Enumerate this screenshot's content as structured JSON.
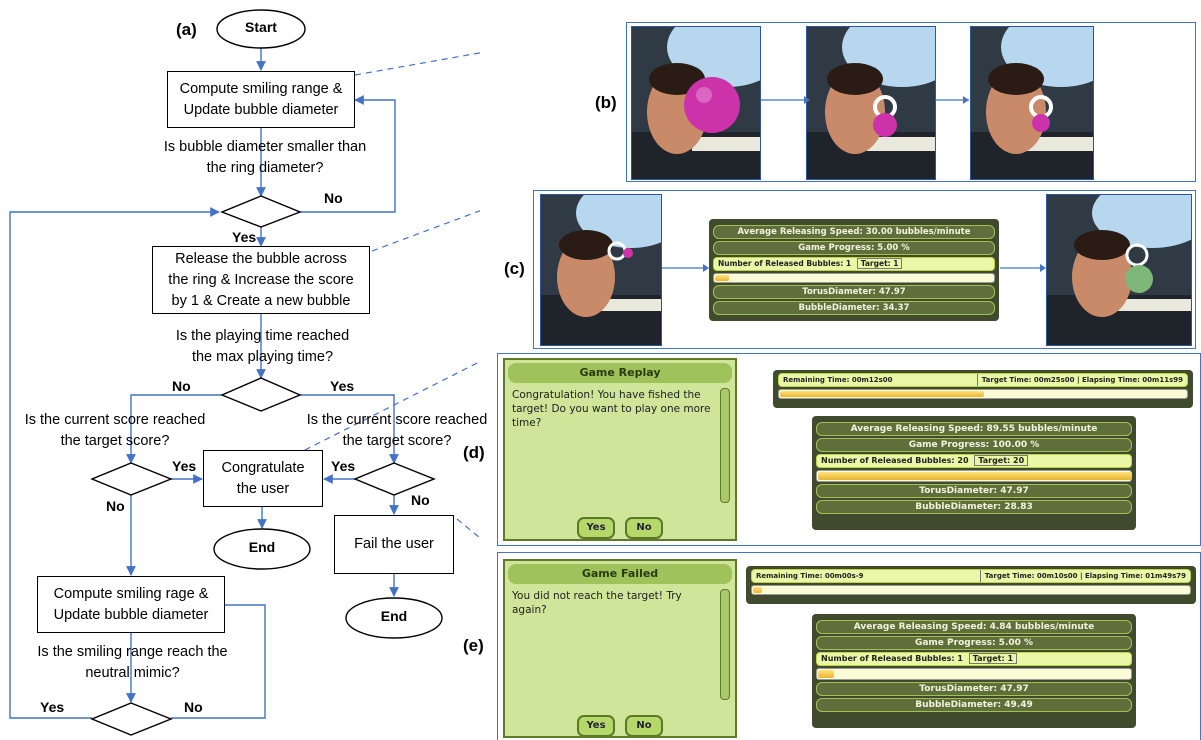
{
  "labels": {
    "a": "(a)",
    "b": "(b)",
    "c": "(c)",
    "d": "(d)",
    "e": "(e)"
  },
  "flowchart": {
    "start": "Start",
    "compute1": [
      "Compute smiling range &",
      "Update bubble diameter"
    ],
    "q_bubble": [
      "Is bubble diameter smaller than",
      "the ring diameter?"
    ],
    "no": "No",
    "yes": "Yes",
    "release": [
      "Release the bubble across",
      "the ring & Increase the score",
      "by 1 & Create a new bubble"
    ],
    "q_time": [
      "Is the playing time reached",
      "the max playing time?"
    ],
    "q_score_left": [
      "Is the current score reached",
      "the target score?"
    ],
    "q_score_right": [
      "Is the current score reached",
      "the target score?"
    ],
    "congratulate": [
      "Congratulate",
      "the user"
    ],
    "fail": "Fail the user",
    "end": "End",
    "compute2": [
      "Compute smiling rage &",
      "Update bubble diameter"
    ],
    "q_neutral": [
      "Is the smiling range reach the",
      "neutral mimic?"
    ]
  },
  "hud_c": {
    "speed": "Average Releasing Speed: 30.00 bubbles/minute",
    "progress": "Game Progress: 5.00 %",
    "released": "Number of Released Bubbles: 1",
    "target": "Target: 1",
    "progress_fraction": 0.05,
    "torus": "TorusDiameter: 47.97",
    "bubble": "BubbleDiameter: 34.37"
  },
  "replay": {
    "title": "Game Replay",
    "message": "Congratulation! You have fished the target! Do you want to play one more time?",
    "yes": "Yes",
    "no": "No",
    "remaining": "Remaining Time: 00m12s00",
    "target_elapsed": "Target Time: 00m25s00 | Elapsing Time: 00m11s99",
    "time_fraction": 0.5,
    "speed": "Average Releasing Speed: 89.55 bubbles/minute",
    "progress": "Game Progress: 100.00 %",
    "released": "Number of Released Bubbles: 20",
    "target": "Target: 20",
    "progress_fraction": 1.0,
    "torus": "TorusDiameter: 47.97",
    "bubble": "BubbleDiameter: 28.83"
  },
  "failed": {
    "title": "Game Failed",
    "message": "You did not reach the target! Try again?",
    "yes": "Yes",
    "no": "No",
    "remaining": "Remaining Time: 00m00s-9",
    "target_elapsed": "Target Time: 00m10s00 | Elapsing Time: 01m49s79",
    "time_fraction": 0.02,
    "speed": "Average Releasing Speed: 4.84 bubbles/minute",
    "progress": "Game Progress: 5.00 %",
    "released": "Number of Released Bubbles: 1",
    "target": "Target: 1",
    "progress_fraction": 0.05,
    "torus": "TorusDiameter: 47.97",
    "bubble": "BubbleDiameter: 49.49"
  },
  "colors": {
    "arrow": "#4472c4",
    "bubble": "#cc33aa",
    "bubble_green": "#7fb77a",
    "hud_bg": "#3f4b2c"
  }
}
